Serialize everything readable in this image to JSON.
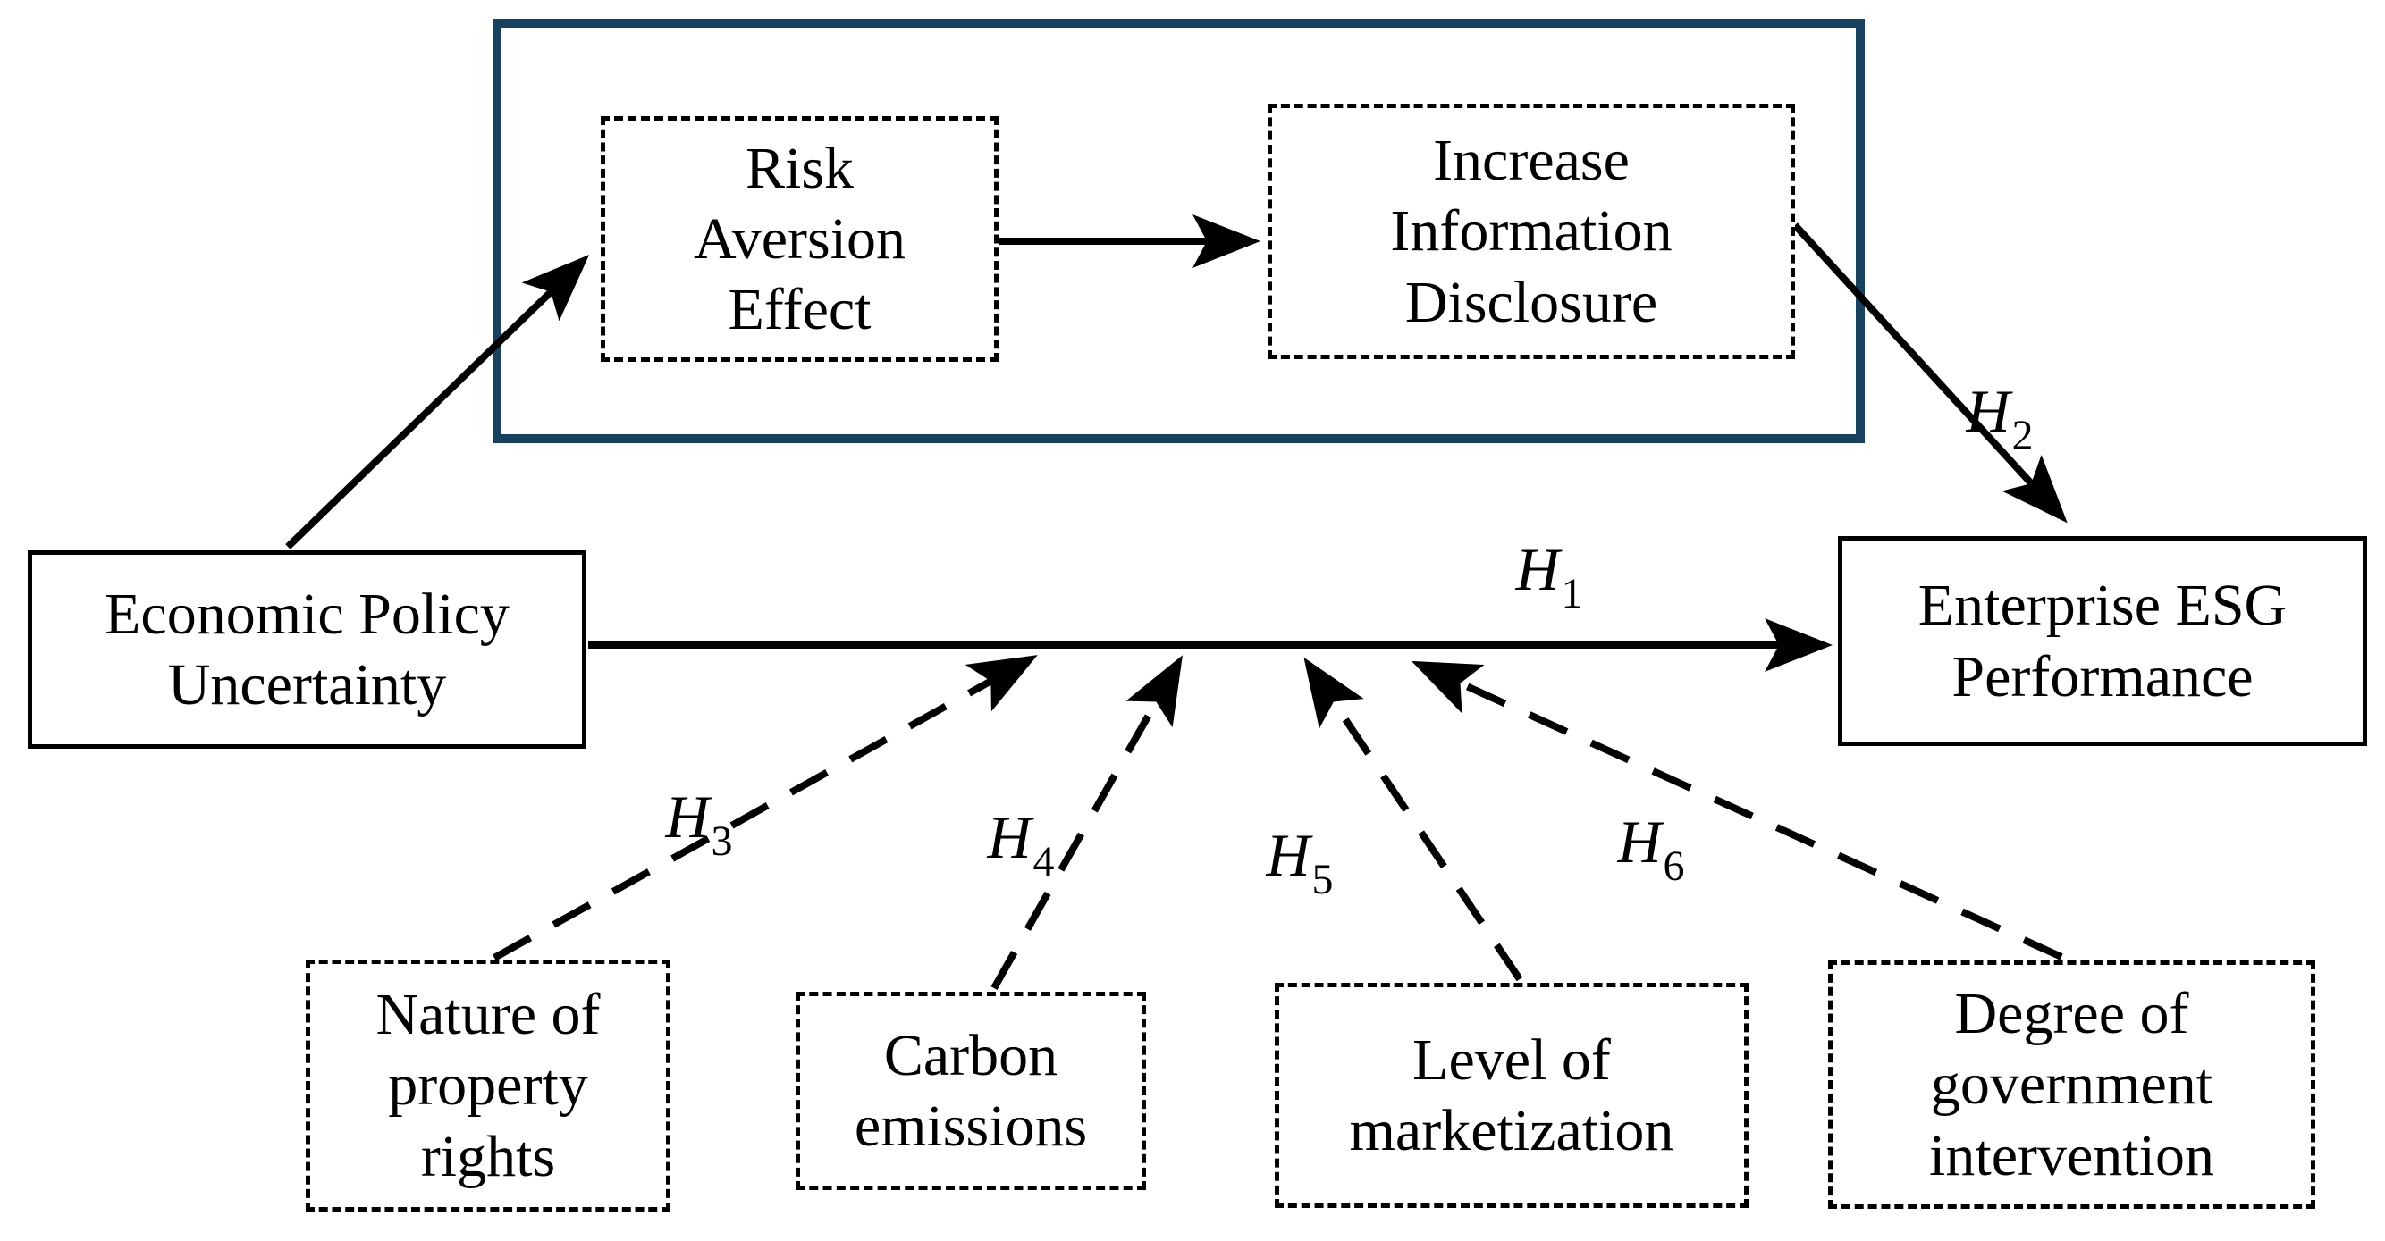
{
  "figure": {
    "background_color": "#ffffff",
    "line_color": "#000000",
    "mediation_frame_color": "#17425f"
  },
  "nodes": {
    "epu": {
      "lines": [
        "Economic Policy",
        "Uncertainty"
      ]
    },
    "risk": {
      "lines": [
        "Risk",
        "Aversion",
        "Effect"
      ]
    },
    "info": {
      "lines": [
        "Increase",
        "Information",
        "Disclosure"
      ]
    },
    "esg": {
      "lines": [
        "Enterprise ESG",
        "Performance"
      ]
    },
    "property": {
      "lines": [
        "Nature of",
        "property",
        "rights"
      ]
    },
    "carbon": {
      "lines": [
        "Carbon",
        "emissions"
      ]
    },
    "market": {
      "lines": [
        "Level of",
        "marketization"
      ]
    },
    "gov": {
      "lines": [
        "Degree of",
        "government",
        "intervention"
      ]
    }
  },
  "hypotheses": {
    "h1": {
      "base": "H",
      "sub": "1"
    },
    "h2": {
      "base": "H",
      "sub": "2"
    },
    "h3": {
      "base": "H",
      "sub": "3"
    },
    "h4": {
      "base": "H",
      "sub": "4"
    },
    "h5": {
      "base": "H",
      "sub": "5"
    },
    "h6": {
      "base": "H",
      "sub": "6"
    }
  }
}
